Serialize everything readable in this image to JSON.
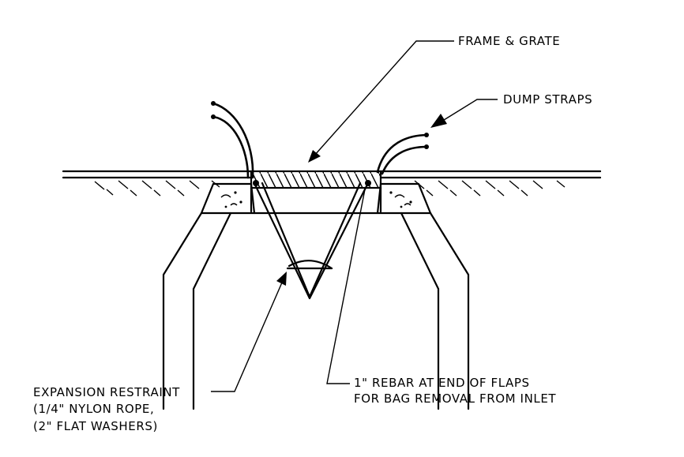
{
  "labels": {
    "frame_grate": "FRAME & GRATE",
    "dump_straps": "DUMP STRAPS",
    "rebar_line1": "1\" REBAR AT END OF FLAPS",
    "rebar_line2": "FOR BAG REMOVAL FROM INLET",
    "restraint_line1": "EXPANSION RESTRAINT",
    "restraint_line2": "(1/4\" NYLON ROPE,",
    "restraint_line3": "(2\" FLAT WASHERS)"
  }
}
